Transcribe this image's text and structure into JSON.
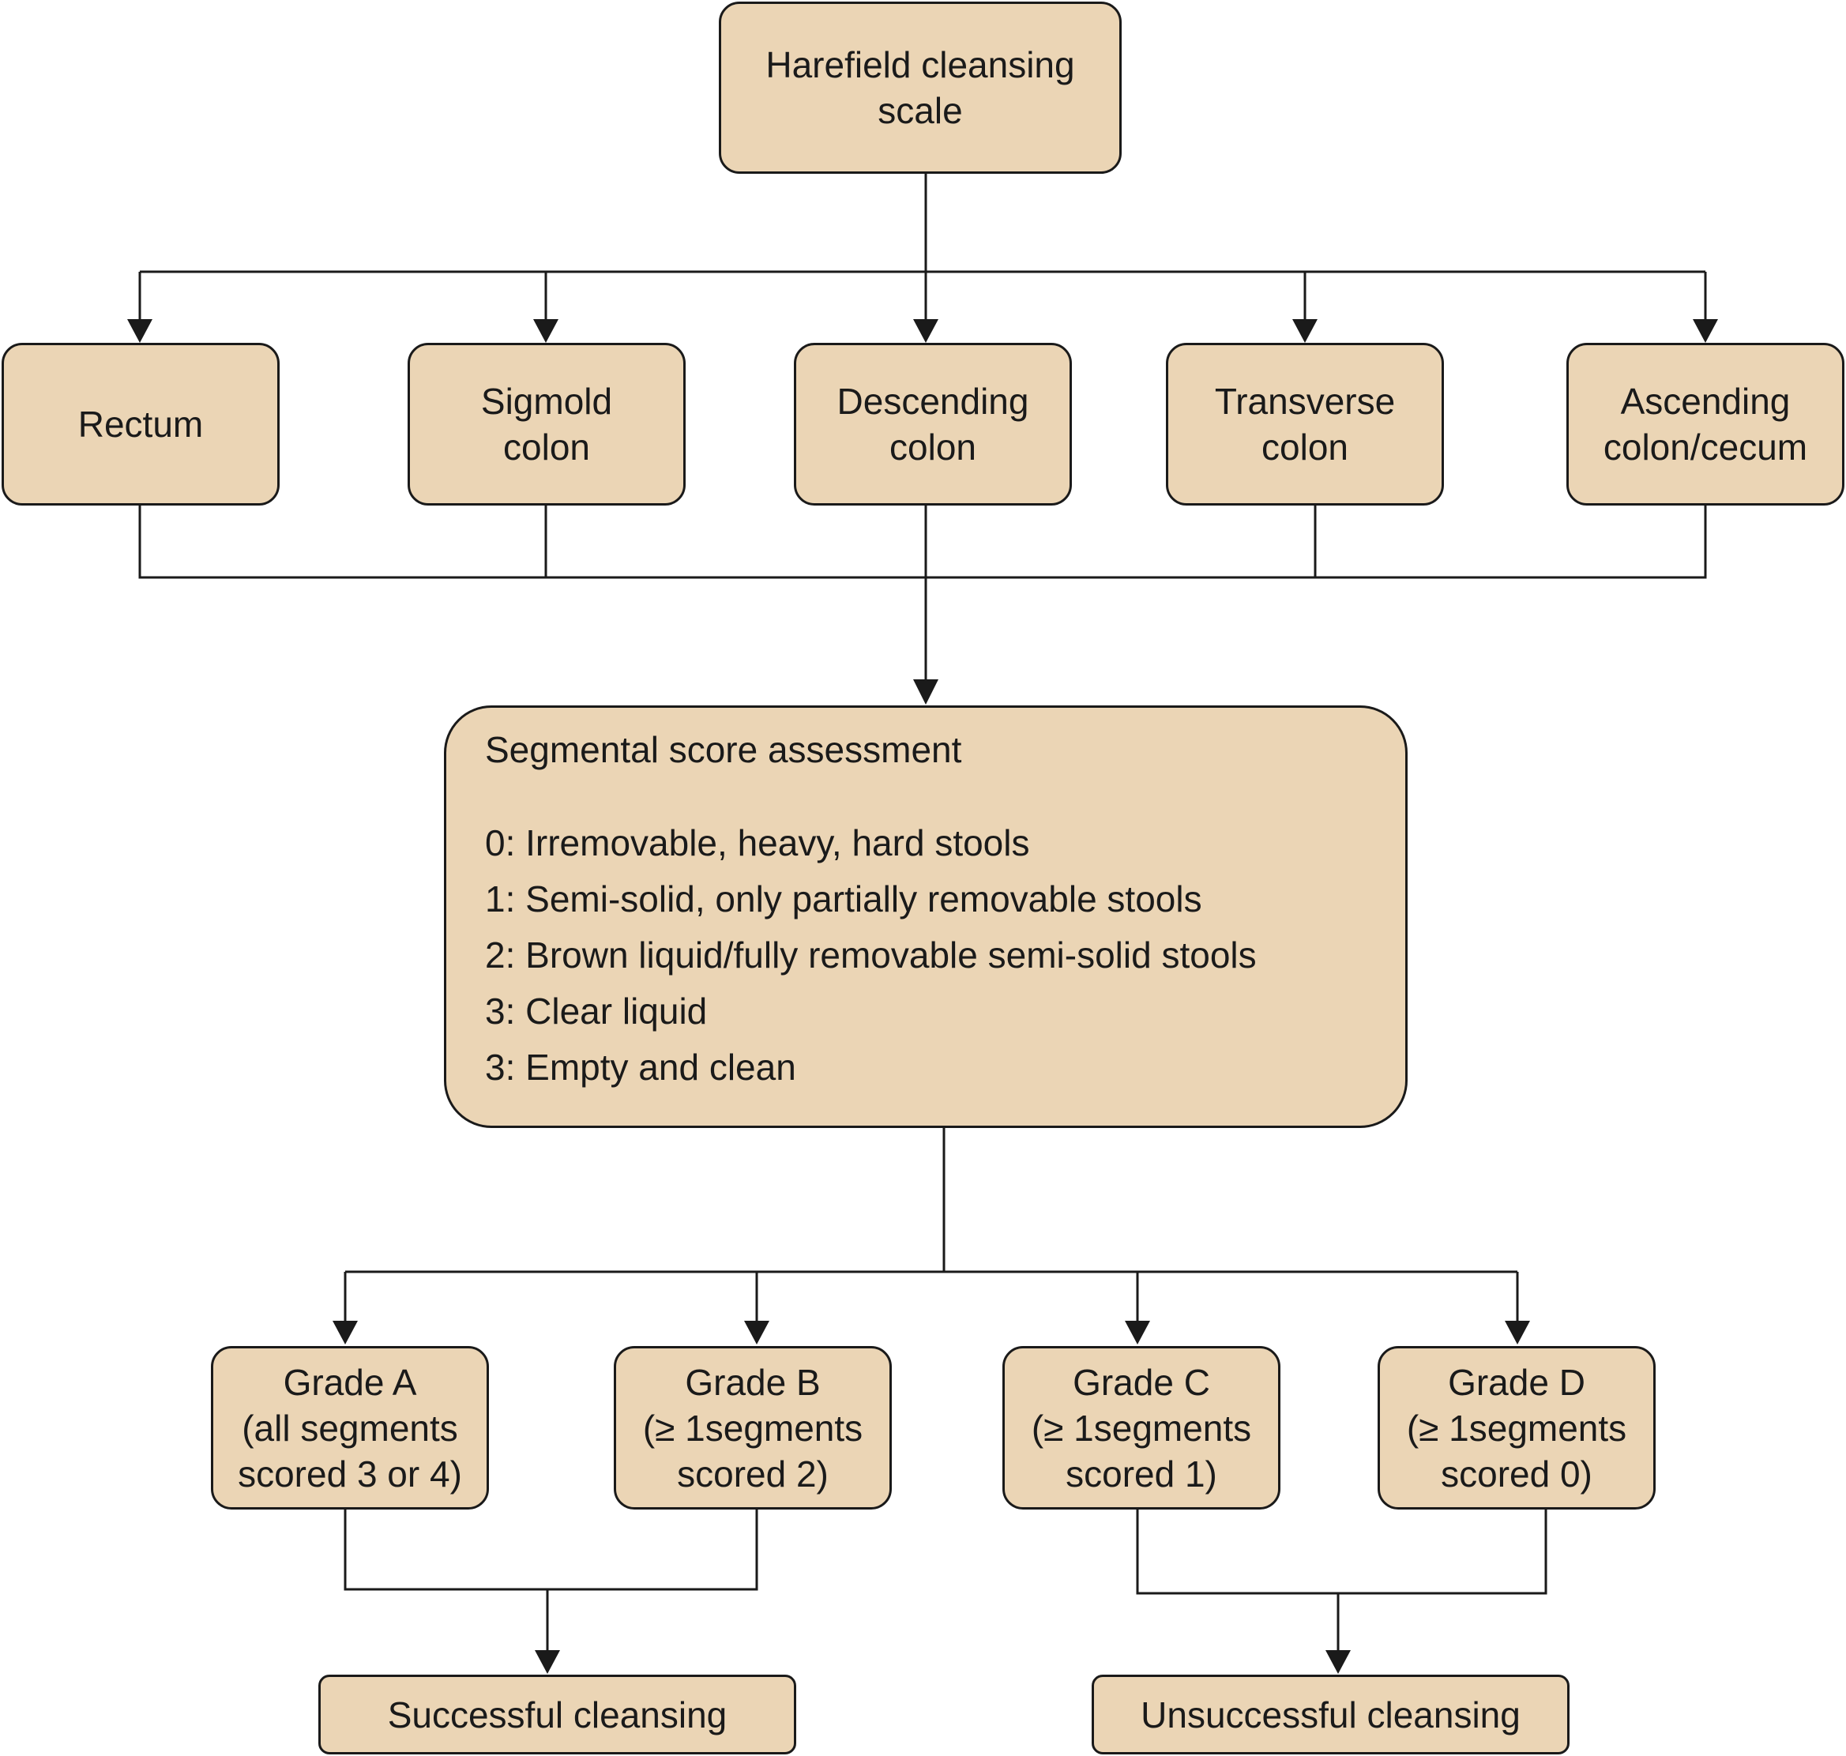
{
  "root": {
    "lines": [
      "Harefield cleansing",
      "scale"
    ]
  },
  "segments": [
    {
      "lines": [
        "Rectum"
      ]
    },
    {
      "lines": [
        "Sigmold",
        "colon"
      ]
    },
    {
      "lines": [
        "Descending",
        "colon"
      ]
    },
    {
      "lines": [
        "Transverse",
        "colon"
      ]
    },
    {
      "lines": [
        "Ascending",
        "colon/cecum"
      ]
    }
  ],
  "assessment": {
    "title": "Segmental score assessment",
    "items": [
      "0: Irremovable, heavy, hard stools",
      "1: Semi-solid, only partially removable stools",
      "2: Brown liquid/fully removable semi-solid stools",
      "3: Clear liquid",
      "3: Empty and clean"
    ]
  },
  "grades": [
    {
      "lines": [
        "Grade A",
        "(all segments",
        "scored 3 or 4)"
      ]
    },
    {
      "lines": [
        "Grade B",
        "(≥ 1segments",
        "scored 2)"
      ]
    },
    {
      "lines": [
        "Grade C",
        "(≥ 1segments",
        "scored 1)"
      ]
    },
    {
      "lines": [
        "Grade D",
        "(≥ 1segments",
        "scored 0)"
      ]
    }
  ],
  "outcomes": {
    "successful": "Successful cleansing",
    "unsuccessful": "Unsuccessful cleansing"
  },
  "colors": {
    "box_fill": "#ebd5b5",
    "stroke": "#1a1a1a"
  }
}
